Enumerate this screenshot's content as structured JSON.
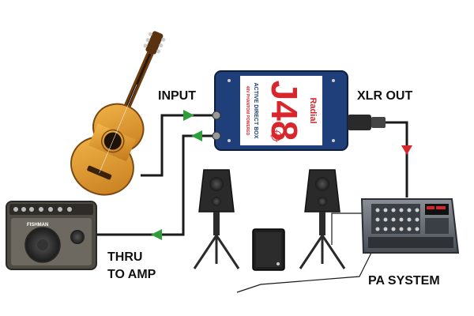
{
  "labels": {
    "input": "INPUT",
    "xlr_out": "XLR OUT",
    "thru": "THRU",
    "to_amp": "TO AMP",
    "pa_system": "PA SYSTEM"
  },
  "direct_box": {
    "model": "J48",
    "brand": "Radial",
    "subtitle": "ACTIVE DIRECT BOX",
    "subtitle2": "48V PHANTOM POWERED"
  },
  "amp": {
    "brand": "FISHMAN"
  },
  "colors": {
    "cable": "#1a1a1a",
    "arrow_in": "#2e9e3a",
    "arrow_out": "#d8262c",
    "box_blue": "#1f3f7a",
    "box_red": "#d8262c"
  },
  "icons": [
    "acoustic-guitar-icon",
    "acoustic-amp-icon",
    "direct-box-icon",
    "pa-mixer-icon",
    "speaker-icon",
    "subwoofer-icon"
  ]
}
